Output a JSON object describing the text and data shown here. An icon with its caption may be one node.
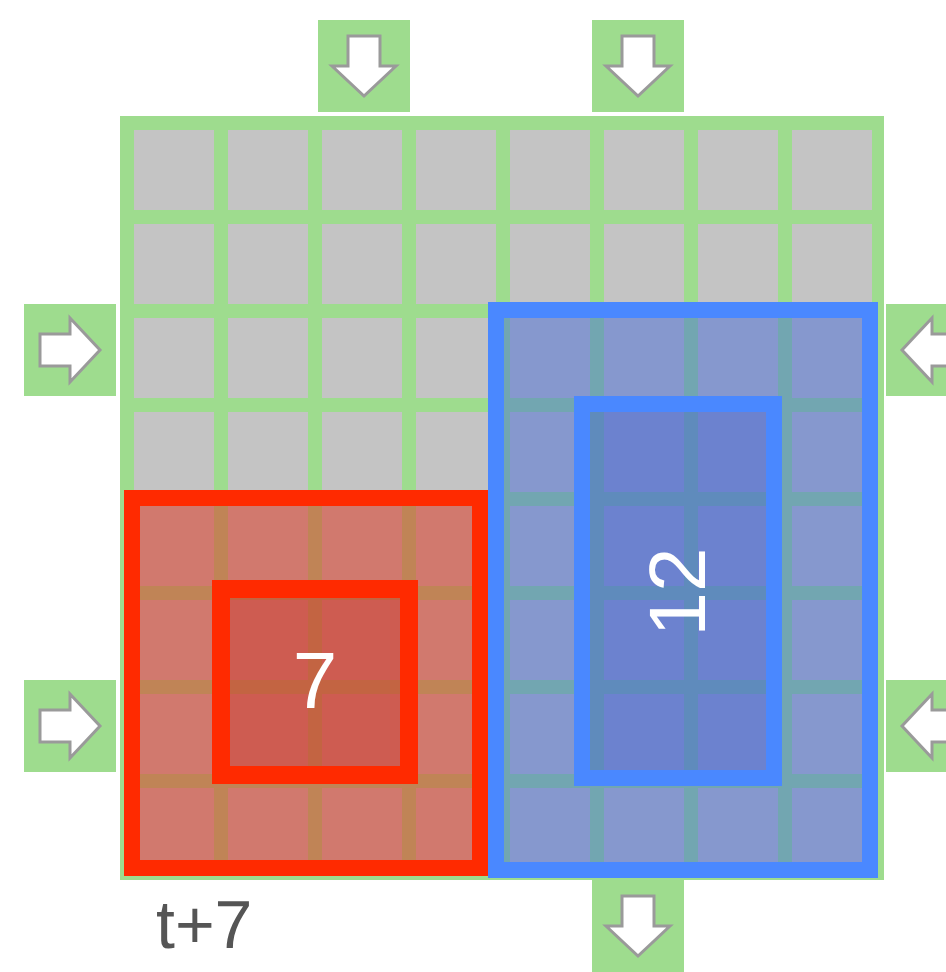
{
  "diagram": {
    "nodes": [
      {
        "text": [],
        "shape": "box"
      },
      {
        "text": [
          "7"
        ],
        "in": 0
      },
      {
        "text": [],
        "shape": "box"
      },
      {
        "text": [
          "12"
        ],
        "in": 2
      }
    ],
    "labels": [
      "t+7"
    ]
  }
}
